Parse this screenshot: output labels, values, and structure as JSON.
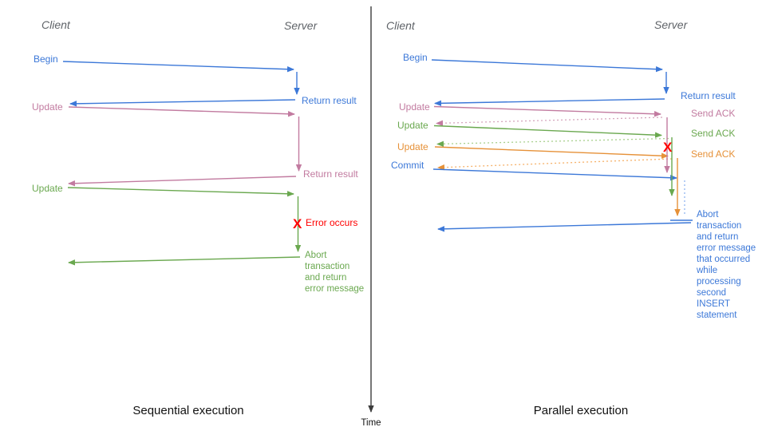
{
  "colors": {
    "blue": "#3c78d8",
    "pink": "#c27ba0",
    "green": "#6aa84f",
    "orange": "#e69138",
    "red": "#ff0000",
    "lpink": "#d5a6bd",
    "lgreen": "#a9d08e",
    "lorange": "#f6b26b",
    "lblue": "#8eb4f0",
    "axis": "#3c3c3c",
    "header": "#5f6368",
    "titletext": "#111111"
  },
  "time_axis": {
    "label": "Time"
  },
  "left": {
    "title": "Sequential execution",
    "client_header": "Client",
    "server_header": "Server",
    "begin_label": "Begin",
    "return_result_1": "Return result",
    "update1_label": "Update",
    "return_result_2": "Return result",
    "update2_label": "Update",
    "error_x": "X",
    "error_label": "Error occurs",
    "abort_lines": [
      "Abort",
      "transaction",
      "and return",
      "error message"
    ]
  },
  "right": {
    "title": "Parallel execution",
    "client_header": "Client",
    "server_header": "Server",
    "begin_label": "Begin",
    "return_result": "Return result",
    "update1_label": "Update",
    "send_ack_1": "Send ACK",
    "update2_label": "Update",
    "send_ack_2": "Send ACK",
    "update3_label": "Update",
    "send_ack_3": "Send ACK",
    "commit_label": "Commit",
    "error_x": "X",
    "abort_lines": [
      "Abort",
      "transaction",
      "and return",
      "error message",
      "that occurred",
      "while",
      "processing",
      "second",
      "INSERT",
      "statement"
    ]
  }
}
